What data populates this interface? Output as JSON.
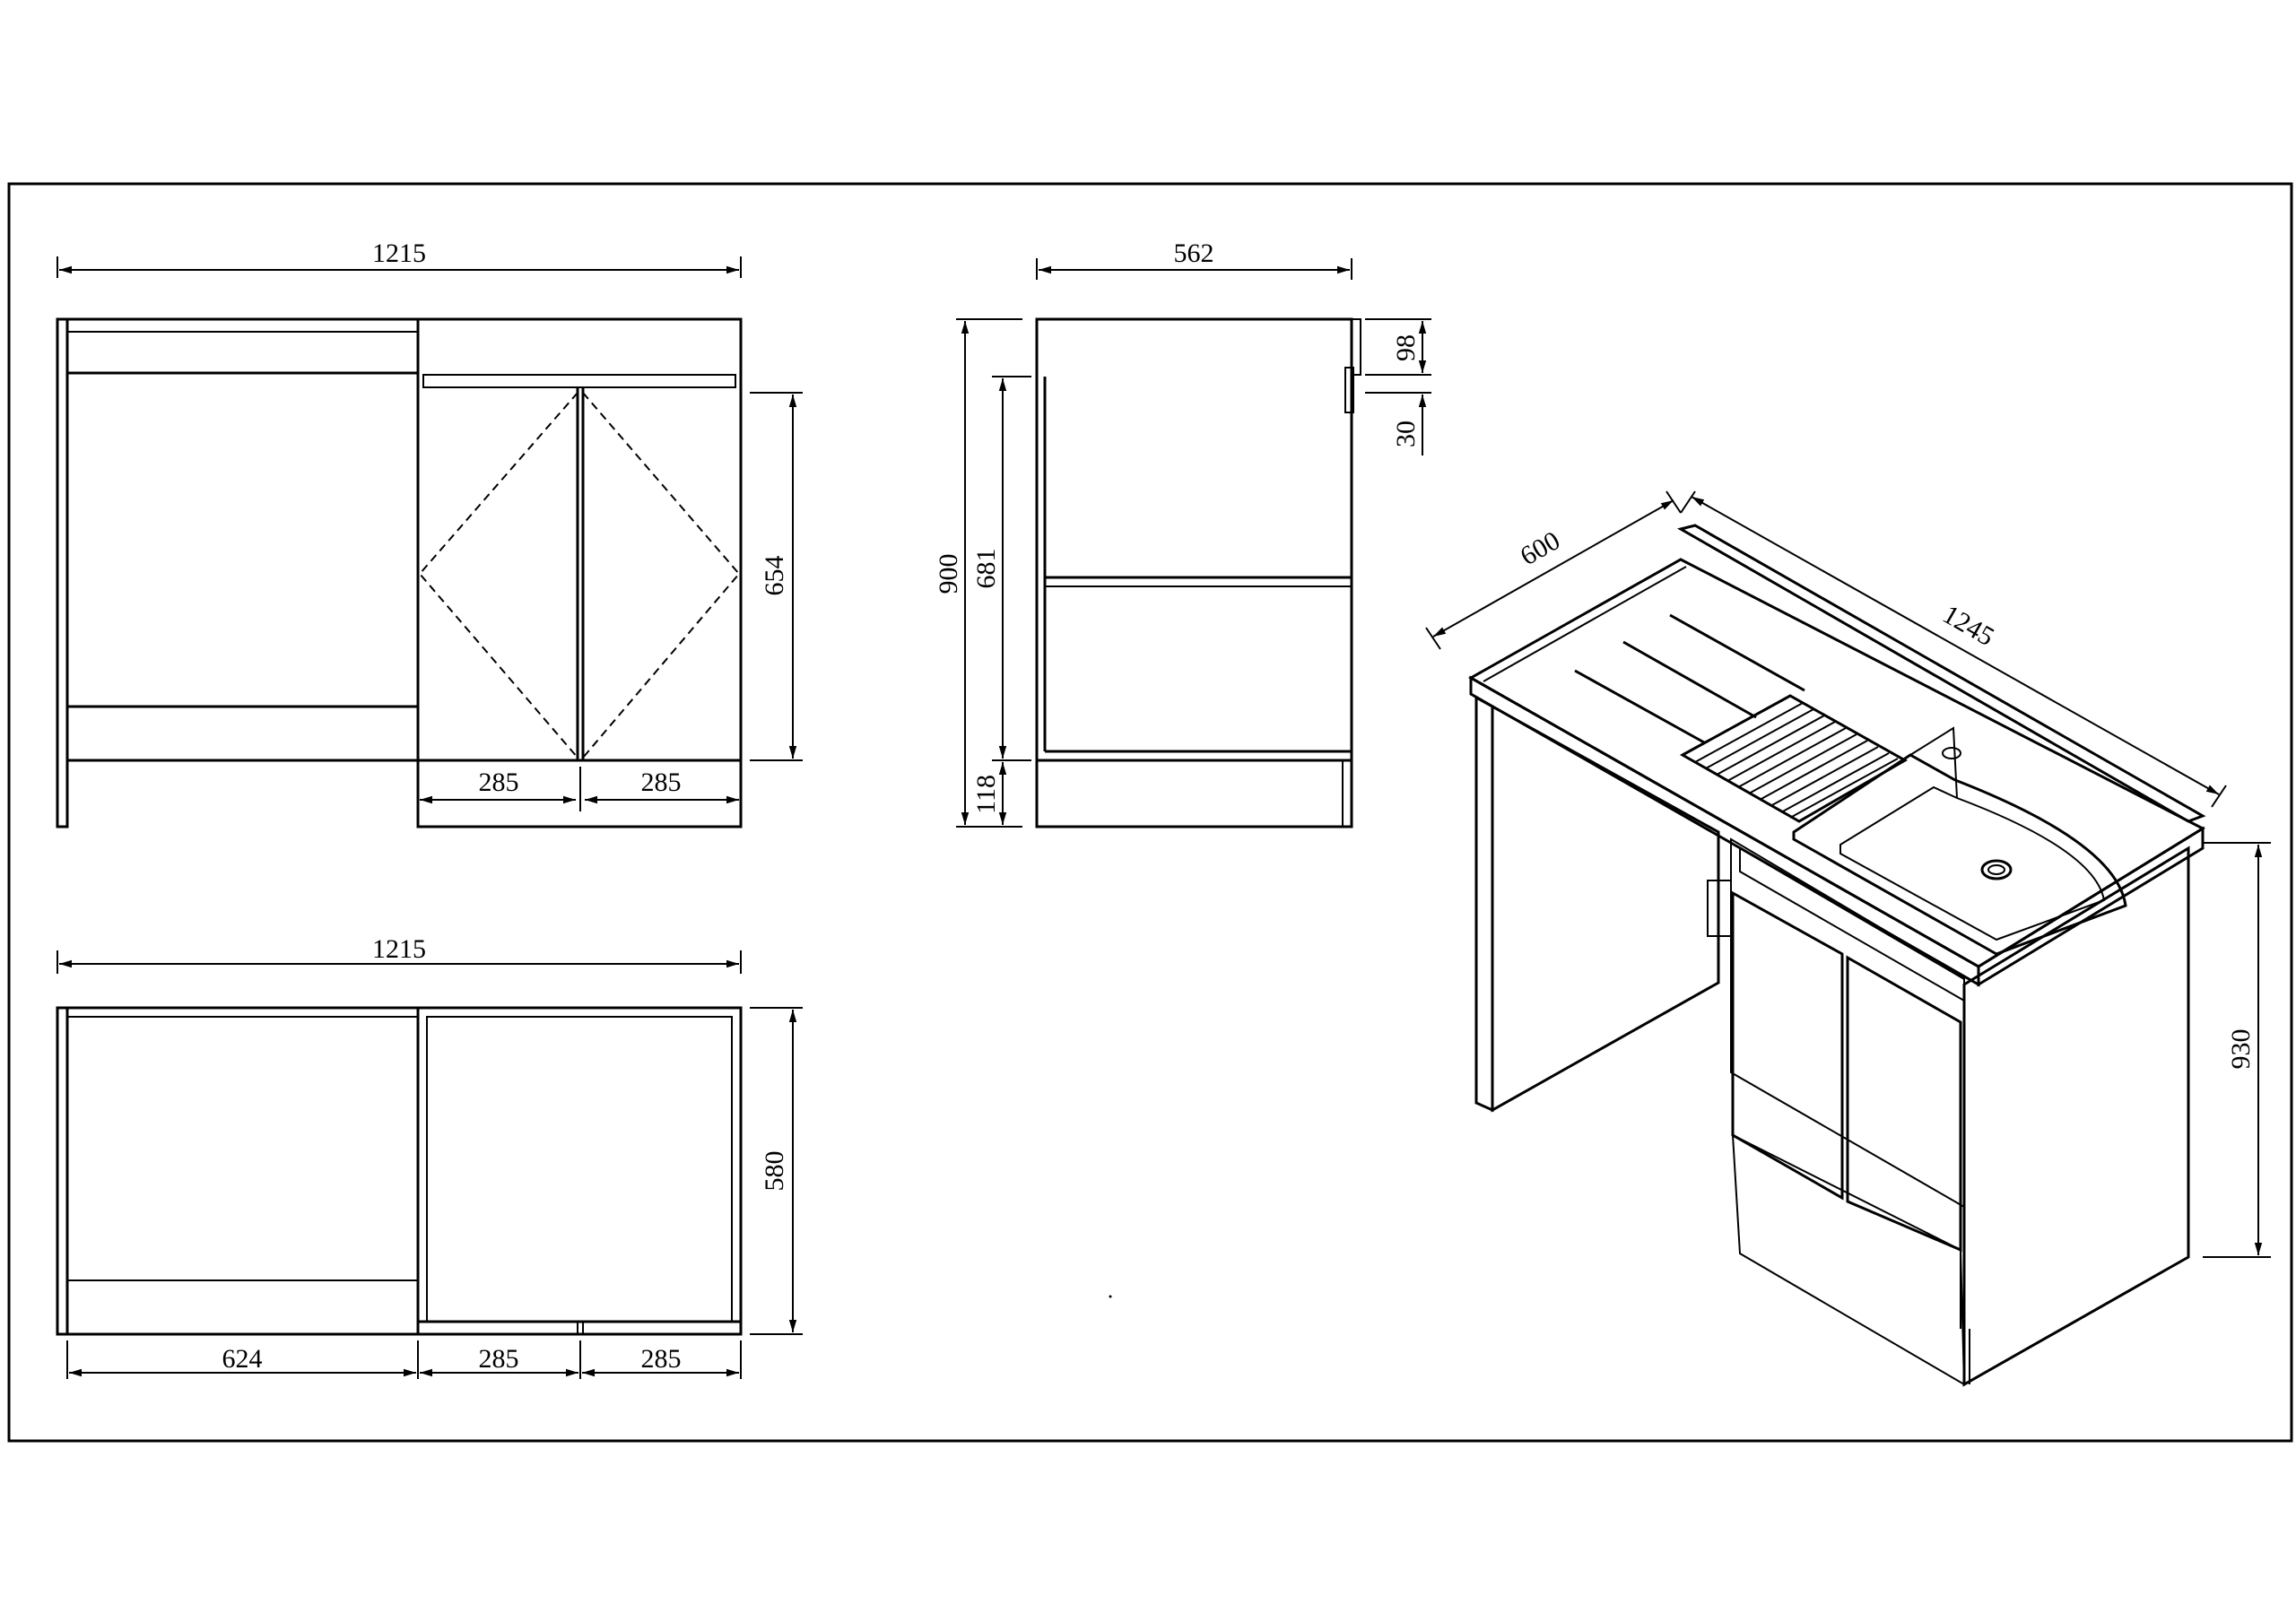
{
  "diagram": {
    "front_view": {
      "overall_width": "1215",
      "door_height": "654",
      "door_left_width": "285",
      "door_right_width": "285"
    },
    "side_view": {
      "depth": "562",
      "total_height": "900",
      "inner_height": "681",
      "plinth_height": "118",
      "top_height": "98",
      "top_offset": "30"
    },
    "top_view": {
      "overall_width": "1215",
      "depth": "580",
      "left_width": "624",
      "door_left_width": "285",
      "door_right_width": "285"
    },
    "isometric_view": {
      "depth": "600",
      "length": "1245",
      "height": "930"
    },
    "colors": {
      "line": "#000000",
      "background": "#ffffff"
    }
  }
}
